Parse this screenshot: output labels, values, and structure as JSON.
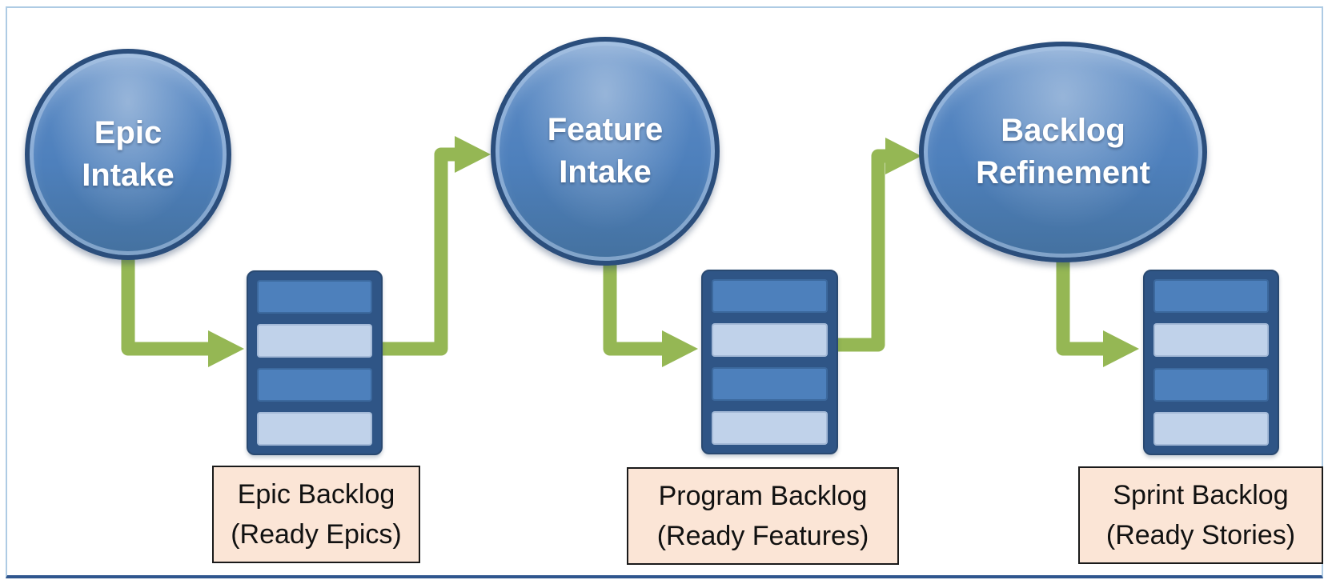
{
  "diagram": {
    "type": "flow",
    "steps": [
      {
        "process_line1": "Epic",
        "process_line2": "Intake",
        "queue_items": 4,
        "queue_name_line1": "Epic Backlog",
        "queue_name_line2": "(Ready Epics)"
      },
      {
        "process_line1": "Feature",
        "process_line2": "Intake",
        "queue_items": 4,
        "queue_name_line1": "Program Backlog",
        "queue_name_line2": "(Ready Features)"
      },
      {
        "process_line1": "Backlog",
        "process_line2": "Refinement",
        "queue_items": 4,
        "queue_name_line1": "Sprint Backlog",
        "queue_name_line2": "(Ready Stories)"
      }
    ],
    "colors": {
      "process_fill": "#4E80BC",
      "process_border": "#2B4E7C",
      "queue_frame": "#2F5586",
      "queue_row_medium": "#4D80BC",
      "queue_row_light": "#C0D2EA",
      "label_background": "#FBE5D6",
      "label_border": "#1A1A1A",
      "arrow": "#95B754",
      "frame_border": "#AECBE4",
      "frame_bottom_border": "#2F568E",
      "text_on_process": "#FFFFFF",
      "text_on_label": "#111111"
    }
  }
}
